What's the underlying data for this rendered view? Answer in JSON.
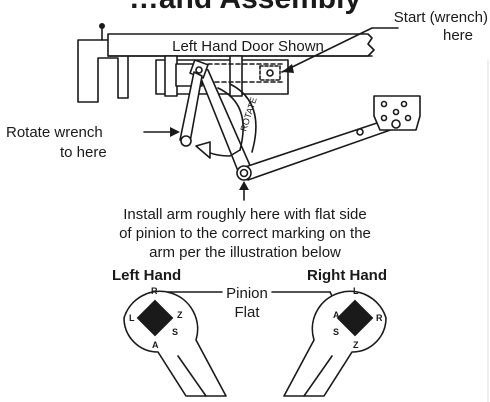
{
  "title_fragment": "…and Assembly",
  "door_label": "Left Hand Door Shown",
  "start_label": {
    "line1": "Start (wrench)",
    "line2": "here"
  },
  "rotate_label": {
    "line1": "Rotate wrench",
    "line2": "to here"
  },
  "rotate_arm_text": "ROTATE",
  "install_text": {
    "line1": "Install arm roughly here with flat side",
    "line2": "of pinion to the correct marking on the",
    "line3": "arm per the illustration below"
  },
  "left_hand_label": "Left Hand",
  "right_hand_label": "Right Hand",
  "pinion_label": {
    "line1": "Pinion",
    "line2": "Flat"
  },
  "left_marks": [
    "R",
    "L",
    "A",
    "Z",
    "S"
  ],
  "right_marks": [
    "L",
    "R",
    "A",
    "Z",
    "S"
  ],
  "colors": {
    "line": "#1a1a1a",
    "fill": "#ffffff",
    "marker": "#1a1a1a"
  }
}
